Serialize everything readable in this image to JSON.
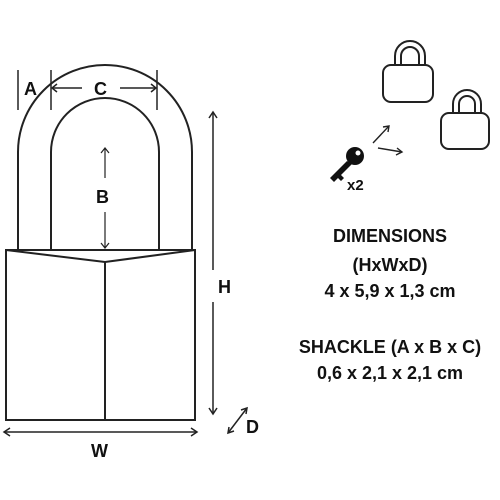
{
  "labels": {
    "a": "A",
    "b": "B",
    "c": "C",
    "h": "H",
    "w": "W",
    "d": "D"
  },
  "key_count": "x2",
  "dimensions": {
    "title": "DIMENSIONS",
    "order": "(HxWxD)",
    "value": "4 x 5,9 x 1,3 cm"
  },
  "shackle": {
    "title": "SHACKLE (A x B x C)",
    "value": "0,6 x 2,1 x 2,1 cm"
  },
  "icons": [
    "padlock-outline-icon",
    "key-icon",
    "arrow-icon"
  ],
  "colors": {
    "line": "#111111",
    "background": "#ffffff"
  }
}
